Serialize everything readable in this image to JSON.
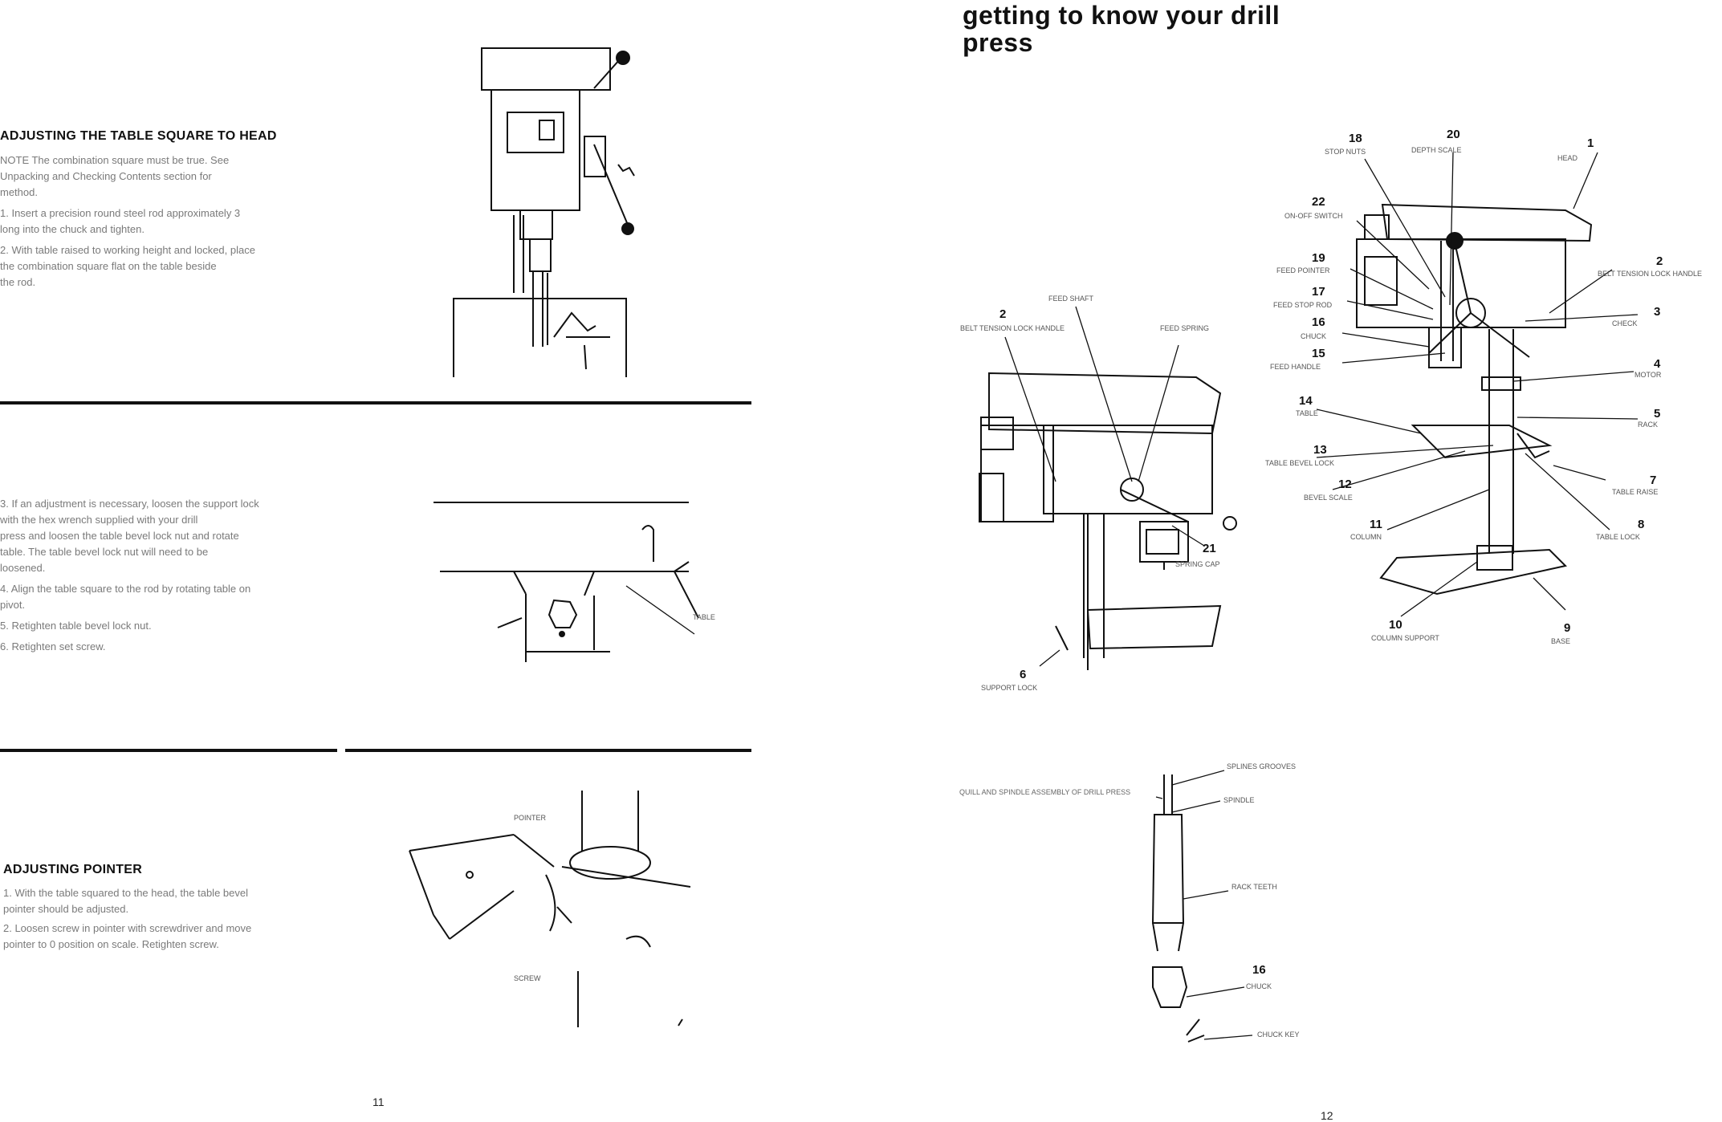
{
  "left_page": {
    "section1": {
      "heading": "ADJUSTING THE TABLE SQUARE TO HEAD",
      "note_label": "NOTE",
      "lines": [
        "NOTE  The combination square must be true. See",
        "Unpacking and Checking Contents section for",
        "method.",
        "1. Insert a precision round steel rod approximately 3",
        "   long into the chuck and tighten.",
        "2. With table raised to working height and locked, place",
        "   the combination square flat on the table beside",
        "   the rod."
      ]
    },
    "section2": {
      "lines": [
        "3. If an adjustment is necessary, loosen the support lock",
        "   with the hex wrench supplied with your drill",
        "   press and loosen the table bevel lock nut and rotate",
        "   table. The table bevel lock nut will need to be",
        "   loosened.",
        "4. Align the table square to the rod by rotating table on",
        "   pivot.",
        "5. Retighten table bevel lock nut.",
        "6. Retighten set screw."
      ],
      "figure_label_table": "TABLE"
    },
    "section3": {
      "heading": "ADJUSTING POINTER",
      "lines": [
        "1. With the table squared to the head, the table bevel",
        "   pointer should be adjusted.",
        "2. Loosen screw in pointer with screwdriver and move",
        "   pointer to 0 position on scale. Retighten screw."
      ],
      "figure_label_pointer": "POINTER",
      "figure_label_screw": "SCREW"
    },
    "page_number": "11"
  },
  "right_page": {
    "title_line1": "getting to know your drill",
    "title_line2": "press",
    "diagram_main": {
      "callouts": [
        {
          "num": "18",
          "label": "STOP NUTS"
        },
        {
          "num": "20",
          "label": "DEPTH SCALE"
        },
        {
          "num": "1",
          "label": "HEAD"
        },
        {
          "num": "22",
          "label": "ON-OFF SWITCH"
        },
        {
          "num": "19",
          "label": "FEED POINTER"
        },
        {
          "num": "2",
          "label": "BELT TENSION LOCK HANDLE"
        },
        {
          "num": "17",
          "label": "FEED STOP ROD"
        },
        {
          "num": "3",
          "label": "CHECK"
        },
        {
          "num": "16",
          "label": "CHUCK"
        },
        {
          "num": "15",
          "label": "FEED HANDLE"
        },
        {
          "num": "4",
          "label": "MOTOR"
        },
        {
          "num": "14",
          "label": "TABLE"
        },
        {
          "num": "5",
          "label": "RACK"
        },
        {
          "num": "13",
          "label": "TABLE BEVEL LOCK"
        },
        {
          "num": "7",
          "label": "TABLE RAISE"
        },
        {
          "num": "12",
          "label": "BEVEL SCALE"
        },
        {
          "num": "11",
          "label": "COLUMN"
        },
        {
          "num": "8",
          "label": "TABLE LOCK"
        },
        {
          "num": "10",
          "label": "COLUMN SUPPORT"
        },
        {
          "num": "9",
          "label": "BASE"
        }
      ]
    },
    "diagram_side": {
      "callouts": [
        {
          "num": "2",
          "label": "BELT TENSION LOCK HANDLE"
        },
        {
          "num": "",
          "label": "FEED SHAFT"
        },
        {
          "num": "",
          "label": "FEED SPRING"
        },
        {
          "num": "21",
          "label": "SPRING CAP"
        },
        {
          "num": "6",
          "label": "SUPPORT LOCK"
        }
      ]
    },
    "diagram_spindle": {
      "caption": "QUILL AND SPINDLE ASSEMBLY OF DRILL PRESS",
      "callouts": [
        {
          "num": "",
          "label": "SPLINES GROOVES"
        },
        {
          "num": "",
          "label": "SPINDLE"
        },
        {
          "num": "",
          "label": "RACK TEETH"
        },
        {
          "num": "16",
          "label": "CHUCK"
        },
        {
          "num": "",
          "label": "CHUCK KEY"
        }
      ]
    },
    "page_number": "12"
  }
}
